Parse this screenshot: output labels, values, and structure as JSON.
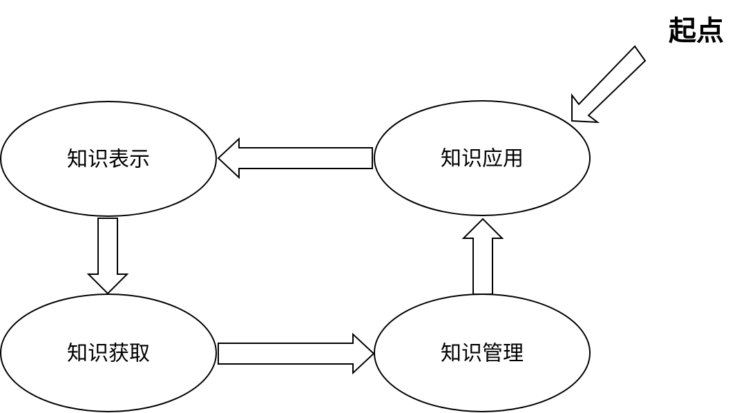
{
  "diagram": {
    "start_label": "起点",
    "nodes": {
      "representation": "知识表示",
      "application": "知识应用",
      "acquisition": "知识获取",
      "management": "知识管理"
    }
  }
}
